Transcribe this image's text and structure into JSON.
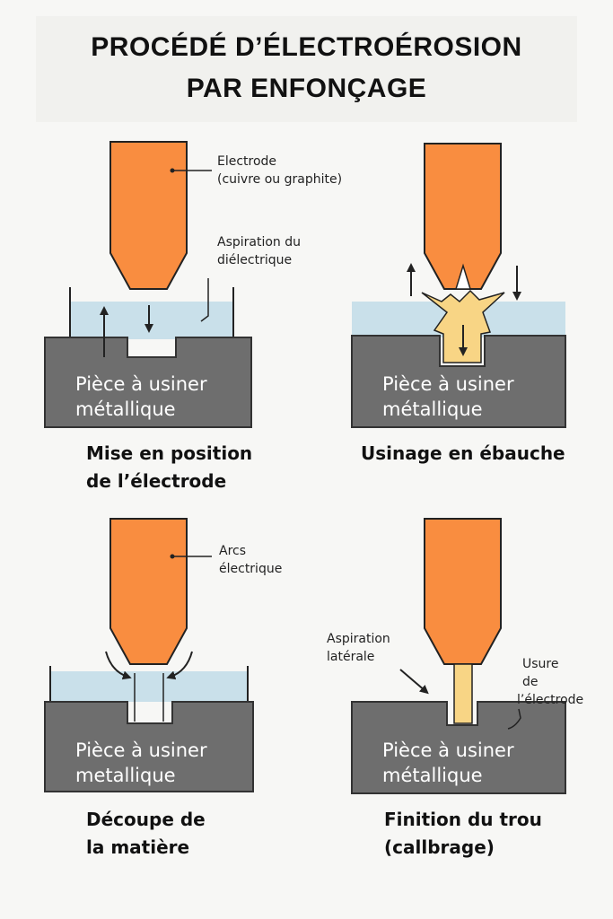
{
  "title": {
    "line1": "PROCÉDÉ D’ÉLECTROÉROSION",
    "line2": "PAR ENFONÇAGE"
  },
  "colors": {
    "electrode": "#f98d40",
    "workpiece": "#6e6e6e",
    "dielectric": "#c9e0ea",
    "spark": "#f8d585",
    "line": "#222222"
  },
  "panels": [
    {
      "part_label": [
        "Pièce à usiner",
        "métallique"
      ],
      "caption": [
        "Mise en position",
        "de l’électrode"
      ],
      "annotations": [
        {
          "text": [
            "Electrode",
            "(cuivre ou graphite)"
          ]
        },
        {
          "text": [
            "Aspiration du",
            "diélectrique"
          ]
        }
      ]
    },
    {
      "part_label": [
        "Pièce à usiner",
        "métallique"
      ],
      "caption": [
        "Usinage en ébauche"
      ],
      "annotations": []
    },
    {
      "part_label": [
        "Pièce à usiner",
        "metallique"
      ],
      "caption": [
        "Découpe de",
        "la matière"
      ],
      "annotations": [
        {
          "text": [
            "Arcs",
            "électrique"
          ]
        }
      ]
    },
    {
      "part_label": [
        "Pièce à usiner",
        "métallique"
      ],
      "caption": [
        "Finition du trou",
        "(callbrage)"
      ],
      "annotations": [
        {
          "text": [
            "Aspiration",
            "latérale"
          ]
        },
        {
          "text": [
            "Usure",
            "de",
            "l’électrode"
          ]
        }
      ]
    }
  ]
}
